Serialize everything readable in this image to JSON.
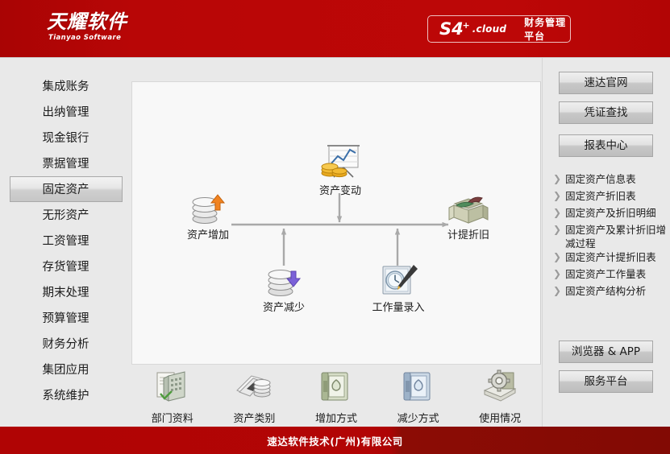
{
  "header": {
    "logo_cn": "天耀软件",
    "logo_en": "Tianyao Software",
    "brand_s4": "S4",
    "brand_plus": "+",
    "brand_cloud": ".cloud",
    "brand_tag": "财务管理平台",
    "brand_color": "#b60505"
  },
  "sidebar": {
    "items": [
      {
        "label": "集成账务",
        "selected": false
      },
      {
        "label": "出纳管理",
        "selected": false
      },
      {
        "label": "现金银行",
        "selected": false
      },
      {
        "label": "票据管理",
        "selected": false
      },
      {
        "label": "固定资产",
        "selected": true
      },
      {
        "label": "无形资产",
        "selected": false
      },
      {
        "label": "工资管理",
        "selected": false
      },
      {
        "label": "存货管理",
        "selected": false
      },
      {
        "label": "期末处理",
        "selected": false
      },
      {
        "label": "预算管理",
        "selected": false
      },
      {
        "label": "财务分析",
        "selected": false
      },
      {
        "label": "集团应用",
        "selected": false
      },
      {
        "label": "系统维护",
        "selected": false
      }
    ]
  },
  "diagram": {
    "nodes": [
      {
        "id": "asset-change",
        "label": "资产变动",
        "icon": "chart-coins-icon"
      },
      {
        "id": "asset-increase",
        "label": "资产增加",
        "icon": "coins-up-icon"
      },
      {
        "id": "asset-decrease",
        "label": "资产减少",
        "icon": "coins-down-icon"
      },
      {
        "id": "workload-entry",
        "label": "工作量录入",
        "icon": "clock-pen-icon"
      },
      {
        "id": "depreciation",
        "label": "计提折旧",
        "icon": "open-box-icon"
      }
    ],
    "arrow_color": "#a9a9a9"
  },
  "bottom_strip": {
    "items": [
      {
        "label": "部门资料",
        "icon": "building-doc-icon"
      },
      {
        "label": "资产类别",
        "icon": "ledger-coins-icon"
      },
      {
        "label": "增加方式",
        "icon": "green-book-icon"
      },
      {
        "label": "减少方式",
        "icon": "blue-book-icon"
      },
      {
        "label": "使用情况",
        "icon": "book-gear-icon"
      }
    ]
  },
  "right_rail": {
    "top_buttons": [
      {
        "label": "速达官网"
      },
      {
        "label": "凭证查找"
      },
      {
        "label": "报表中心"
      }
    ],
    "links": [
      {
        "label": "固定资产信息表"
      },
      {
        "label": "固定资产折旧表"
      },
      {
        "label": "固定资产及折旧明细"
      },
      {
        "label": "固定资产及累计折旧增减过程"
      },
      {
        "label": "固定资产计提折旧表"
      },
      {
        "label": "固定资产工作量表"
      },
      {
        "label": "固定资产结构分析"
      }
    ],
    "bottom_buttons": [
      {
        "label": "浏览器 & APP"
      },
      {
        "label": "服务平台"
      }
    ]
  },
  "footer": {
    "text": "速达软件技术(广州)有限公司"
  }
}
